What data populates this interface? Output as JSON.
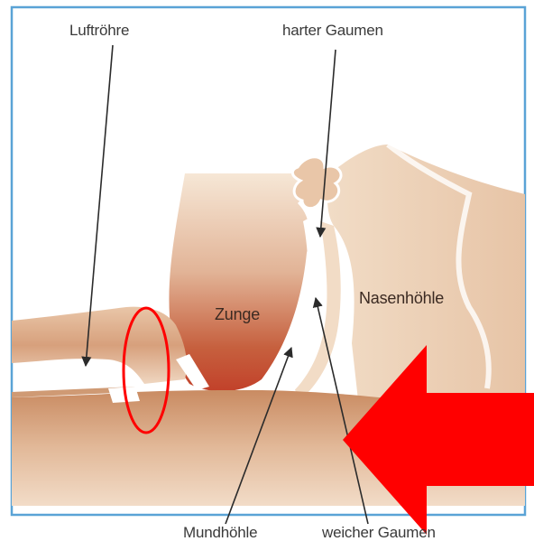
{
  "labels": {
    "trachea": "Luftröhre",
    "hard_palate": "harter Gaumen",
    "tongue": "Zunge",
    "nasal_cavity": "Nasenhöhle",
    "oral_cavity": "Mundhöhle",
    "soft_palate": "weicher Gaumen"
  },
  "colors": {
    "frame_border": "#5aa3d6",
    "tissue_light": "#f3e0cc",
    "tissue_mid": "#d9a987",
    "tissue_dark": "#b86a45",
    "tissue_deep": "#c2412a",
    "annotation_red": "#ff0000",
    "arrow_stroke": "#2b2b2b"
  },
  "annotations": {
    "highlight": "red-ellipse",
    "pointer": "red-arrow-left"
  }
}
